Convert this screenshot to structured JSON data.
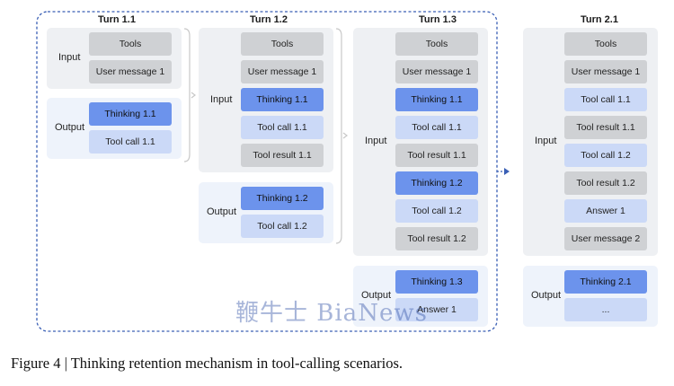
{
  "turns": [
    {
      "title": "Turn 1.1",
      "input_label": "Input",
      "input": [
        {
          "text": "Tools",
          "style": "gray"
        },
        {
          "text": "User message 1",
          "style": "gray"
        }
      ],
      "output_label": "Output",
      "output": [
        {
          "text": "Thinking 1.1",
          "style": "dark"
        },
        {
          "text": "Tool call 1.1",
          "style": "light"
        }
      ]
    },
    {
      "title": "Turn 1.2",
      "input_label": "Input",
      "input": [
        {
          "text": "Tools",
          "style": "gray"
        },
        {
          "text": "User message 1",
          "style": "gray"
        },
        {
          "text": "Thinking 1.1",
          "style": "dark"
        },
        {
          "text": "Tool call 1.1",
          "style": "light"
        },
        {
          "text": "Tool result 1.1",
          "style": "gray"
        }
      ],
      "output_label": "Output",
      "output": [
        {
          "text": "Thinking 1.2",
          "style": "dark"
        },
        {
          "text": "Tool call 1.2",
          "style": "light"
        }
      ]
    },
    {
      "title": "Turn 1.3",
      "input_label": "Input",
      "input": [
        {
          "text": "Tools",
          "style": "gray"
        },
        {
          "text": "User message 1",
          "style": "gray"
        },
        {
          "text": "Thinking 1.1",
          "style": "dark"
        },
        {
          "text": "Tool call 1.1",
          "style": "light"
        },
        {
          "text": "Tool result 1.1",
          "style": "gray"
        },
        {
          "text": "Thinking 1.2",
          "style": "dark"
        },
        {
          "text": "Tool call 1.2",
          "style": "light"
        },
        {
          "text": "Tool result 1.2",
          "style": "gray"
        }
      ],
      "output_label": "Output",
      "output": [
        {
          "text": "Thinking 1.3",
          "style": "dark"
        },
        {
          "text": "Answer 1",
          "style": "light"
        }
      ]
    },
    {
      "title": "Turn 2.1",
      "input_label": "Input",
      "input": [
        {
          "text": "Tools",
          "style": "gray"
        },
        {
          "text": "User message 1",
          "style": "gray"
        },
        {
          "text": "Tool call 1.1",
          "style": "light"
        },
        {
          "text": "Tool result 1.1",
          "style": "gray"
        },
        {
          "text": "Tool call 1.2",
          "style": "light"
        },
        {
          "text": "Tool result 1.2",
          "style": "gray"
        },
        {
          "text": "Answer 1",
          "style": "light"
        },
        {
          "text": "User message 2",
          "style": "gray"
        }
      ],
      "output_label": "Output",
      "output": [
        {
          "text": "Thinking 2.1",
          "style": "dark"
        },
        {
          "text": "...",
          "style": "light"
        }
      ]
    }
  ],
  "colors": {
    "gray_box": "#cfd1d4",
    "light_box": "#cbd9f7",
    "dark_box": "#6c93ec",
    "dashed_border": "#3a5fb5",
    "bracket": "#c8c8c8"
  },
  "watermark": "鞭牛士 BiaNews",
  "caption": "Figure 4 | Thinking retention mechanism in tool-calling scenarios."
}
